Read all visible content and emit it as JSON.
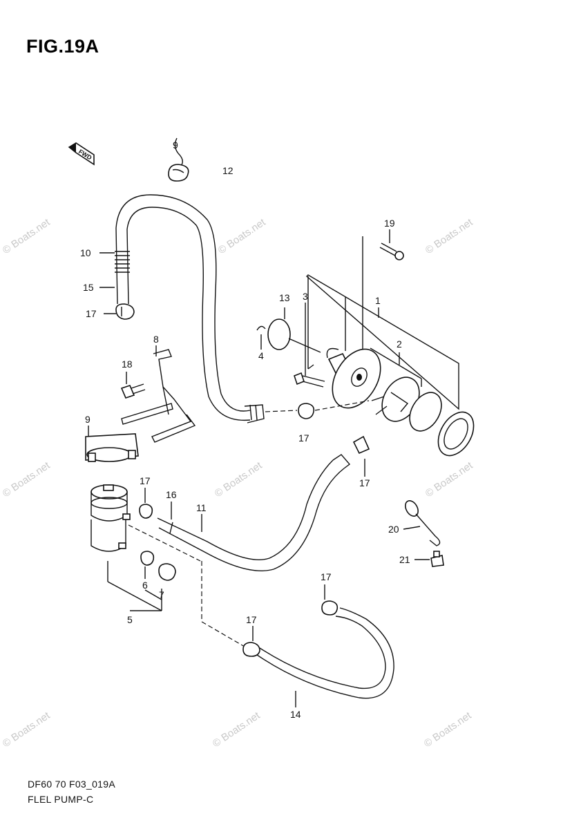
{
  "figure": {
    "title": "FIG.19A",
    "drawing_code": "DF60 70 F03_019A",
    "drawing_name": "FLEL PUMP-C",
    "fwd_label": "FWD"
  },
  "watermark": "© Boats.net",
  "callouts": [
    {
      "id": "c1",
      "text": "1"
    },
    {
      "id": "c2",
      "text": "2"
    },
    {
      "id": "c3",
      "text": "3"
    },
    {
      "id": "c4",
      "text": "4"
    },
    {
      "id": "c5",
      "text": "5"
    },
    {
      "id": "c6",
      "text": "6"
    },
    {
      "id": "c7",
      "text": "7"
    },
    {
      "id": "c8",
      "text": "8"
    },
    {
      "id": "c9",
      "text": "9"
    },
    {
      "id": "c10",
      "text": "10"
    },
    {
      "id": "c11",
      "text": "11"
    },
    {
      "id": "c12",
      "text": "12"
    },
    {
      "id": "c13",
      "text": "13"
    },
    {
      "id": "c14",
      "text": "14"
    },
    {
      "id": "c15",
      "text": "15"
    },
    {
      "id": "c16",
      "text": "16"
    },
    {
      "id": "c17a",
      "text": "17"
    },
    {
      "id": "c17b",
      "text": "17"
    },
    {
      "id": "c17c",
      "text": "17"
    },
    {
      "id": "c17d",
      "text": "17"
    },
    {
      "id": "c17e",
      "text": "17"
    },
    {
      "id": "c17f",
      "text": "17"
    },
    {
      "id": "c18",
      "text": "18"
    },
    {
      "id": "c19",
      "text": "19"
    },
    {
      "id": "c20",
      "text": "20"
    },
    {
      "id": "c21",
      "text": "21"
    }
  ]
}
